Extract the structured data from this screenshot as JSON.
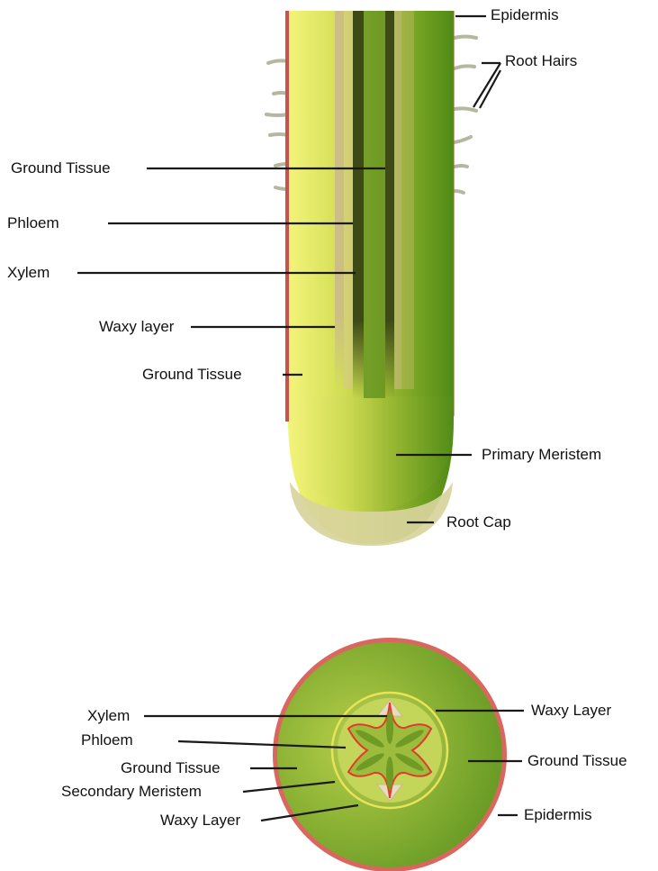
{
  "colors": {
    "epidermis": "#c8524a",
    "root_light": "#f0f070",
    "root_dark": "#4f8a14",
    "stele_dark": "#3a4a14",
    "waxy": "#c9b98a",
    "root_cap": "#d6d39a",
    "cross_outer": "#d95a52",
    "cross_fill": "#7fa52a",
    "waxy_ring": "#e8e35a",
    "xylem_star": "#e03a2a"
  },
  "longitudinal": {
    "labels": {
      "epidermis": "Epidermis",
      "root_hairs": "Root Hairs",
      "ground_tissue_1": "Ground Tissue",
      "phloem": "Phloem",
      "xylem": "Xylem",
      "waxy_layer": "Waxy layer",
      "ground_tissue_2": "Ground Tissue",
      "primary_meristem": "Primary Meristem",
      "root_cap": "Root Cap"
    }
  },
  "cross_section": {
    "labels": {
      "xylem": "Xylem",
      "phloem": "Phloem",
      "ground_tissue_left": "Ground Tissue",
      "secondary_meristem": "Secondary Meristem",
      "waxy_layer_left": "Waxy Layer",
      "waxy_layer_right": "Waxy Layer",
      "ground_tissue_right": "Ground Tissue",
      "epidermis": "Epidermis"
    }
  }
}
